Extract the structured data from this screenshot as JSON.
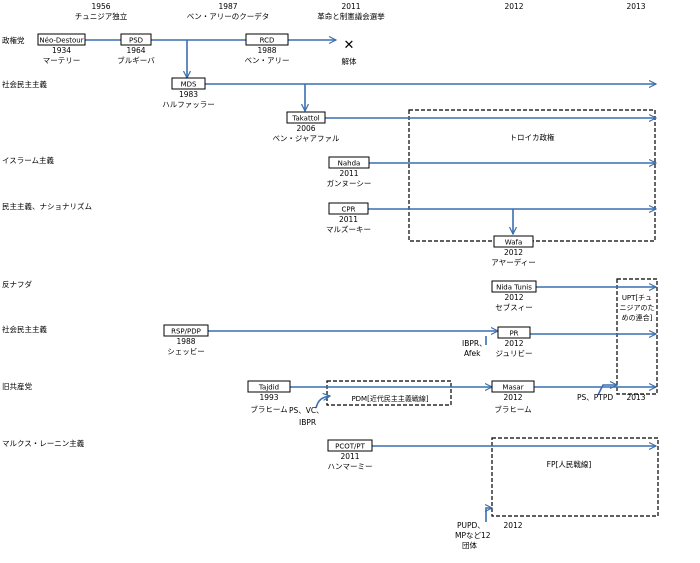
{
  "header": {
    "y1956": "1956",
    "y1956_event": "チュニジア独立",
    "y1987": "1987",
    "y1987_event": "ベン・アリーのクーデタ",
    "y2011": "2011",
    "y2011_event": "革命と制憲議会選挙",
    "y2012": "2012",
    "y2013": "2013"
  },
  "rows": {
    "ruling": "政権党",
    "socdem1": "社会民主主義",
    "islamism": "イスラーム主義",
    "democracy_nationalism": "民主主義、ナショナリズム",
    "anti_nahda": "反ナフダ",
    "socdem2": "社会民主主義",
    "ex_communist": "旧共産党",
    "marxist": "マルクス・レーニン主義"
  },
  "parties": {
    "neo_destour": {
      "name": "Néo-Destour",
      "year": "1934",
      "leader": "マーテリー"
    },
    "psd": {
      "name": "PSD",
      "year": "1964",
      "leader": "ブルギーバ"
    },
    "rcd": {
      "name": "RCD",
      "year": "1988",
      "leader": "ベン・アリー"
    },
    "dissolved": {
      "mark": "✕",
      "label": "解体"
    },
    "mds": {
      "name": "MDS",
      "year": "1983",
      "leader": "ハルファッラー"
    },
    "takattol": {
      "name": "Takattol",
      "year": "2006",
      "leader": "ベン・ジャアファル"
    },
    "nahda": {
      "name": "Nahda",
      "year": "2011",
      "leader": "ガンヌーシー"
    },
    "cpr": {
      "name": "CPR",
      "year": "2011",
      "leader": "マルズーキー"
    },
    "wafa": {
      "name": "Wafa",
      "year": "2012",
      "leader": "アヤーディー"
    },
    "nida_tunis": {
      "name": "Nida Tunis",
      "year": "2012",
      "leader": "セブスィー"
    },
    "rsp_pdp": {
      "name": "RSP/PDP",
      "year": "1988",
      "leader": "シェッビー"
    },
    "pr": {
      "name": "PR",
      "year": "2012",
      "leader": "ジュリビー"
    },
    "tajdid": {
      "name": "Tajdid",
      "year": "1993",
      "leader": "ブラヒーム"
    },
    "masar": {
      "name": "Masar",
      "year": "2012",
      "leader": "ブラヒーム"
    },
    "pcot_pt": {
      "name": "PCOT/PT",
      "year": "2011",
      "leader": "ハンマーミー"
    }
  },
  "groups": {
    "troika": "トロイカ政権",
    "upt_line1": "UPT[チュ",
    "upt_line2": "ニジアのた",
    "upt_line3": "めの連合]",
    "upt_year": "2013",
    "pdm": "PDM[近代民主主義戦線]",
    "fp": "FP[人民戦線]",
    "fp_year": "2012"
  },
  "notes": {
    "ibpr_afek_1": "IBPR、",
    "ibpr_afek_2": "Afek",
    "ps_vc_1": "PS、VC、",
    "ps_vc_2": "IBPR",
    "ps_ptpd": "PS、PTPD",
    "pupd_1": "PUPD、",
    "pupd_2": "MPなど12",
    "pupd_3": "団体"
  },
  "colors": {
    "arrow": "#3a6fb0",
    "box_border": "#000000",
    "background": "#ffffff"
  }
}
